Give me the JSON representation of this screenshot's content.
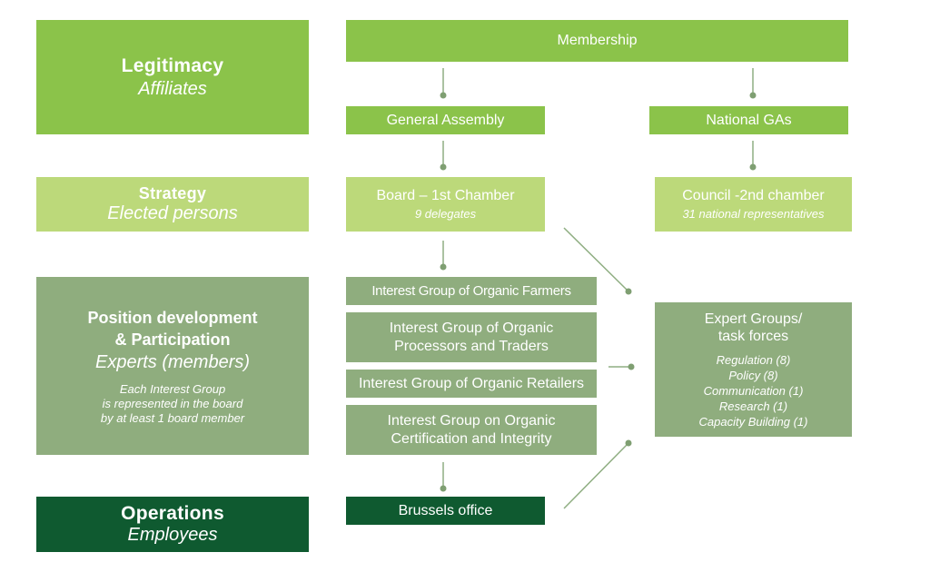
{
  "left_column": {
    "legitimacy": {
      "title": "Legitimacy",
      "subtitle": "Affiliates"
    },
    "strategy": {
      "title": "Strategy",
      "subtitle": "Elected persons"
    },
    "position": {
      "title_line1": "Position development",
      "title_line2": "& Participation",
      "subtitle": "Experts (members)",
      "note_lines": [
        "Each Interest Group",
        "is represented in the board",
        "by at least 1 board member"
      ]
    },
    "operations": {
      "title": "Operations",
      "subtitle": "Employees"
    }
  },
  "nodes": {
    "membership": "Membership",
    "general_assembly": "General Assembly",
    "national_gas": "National GAs",
    "board": {
      "title": "Board – 1st Chamber",
      "subtitle": "9 delegates"
    },
    "council": {
      "title": "Council -2nd chamber",
      "subtitle": "31 national representatives"
    },
    "brussels_office": "Brussels office"
  },
  "interest_groups": [
    {
      "lines": [
        "Interest Group of Organic Farmers"
      ]
    },
    {
      "lines": [
        "Interest Group of Organic",
        "Processors and Traders"
      ]
    },
    {
      "lines": [
        "Interest Group of Organic Retailers"
      ]
    },
    {
      "lines": [
        "Interest Group on Organic",
        "Certification and Integrity"
      ]
    }
  ],
  "expert_groups": {
    "title_line1": "Expert Groups/",
    "title_line2": "task forces",
    "items": [
      "Regulation (8)",
      "Policy  (8)",
      "Communication (1)",
      "Research  (1)",
      "Capacity Building (1)"
    ]
  },
  "colors": {
    "bright_green": "#8bc34a",
    "light_green": "#bcd97a",
    "sage_green": "#8fad7e",
    "dark_green": "#0f5a30",
    "connector": "#7f9f72"
  }
}
